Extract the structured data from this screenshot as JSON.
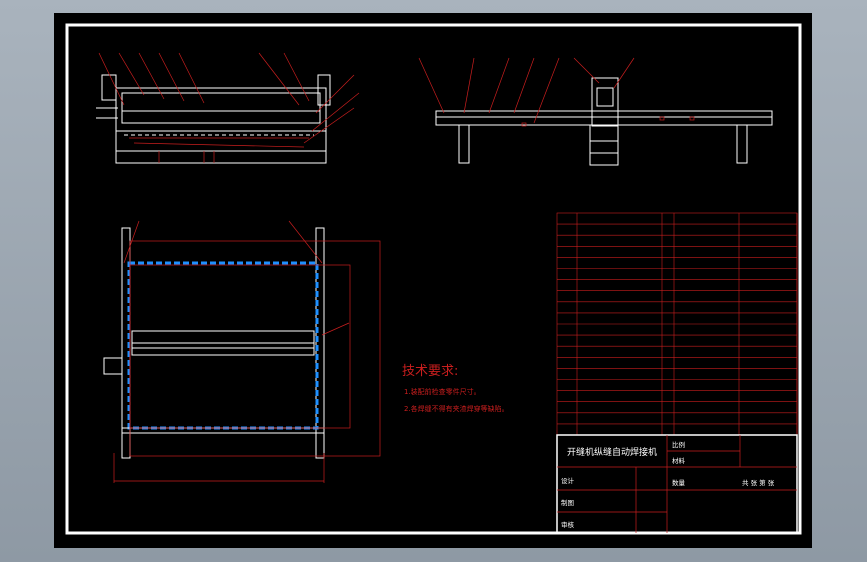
{
  "tech_requirements": {
    "heading": "技术要求:",
    "items": [
      "1.装配前检查零件尺寸。",
      "2.各焊缝不得有夹渣焊穿等缺陷。"
    ]
  },
  "title_block": {
    "drawing_name": "开缝机纵缝自动焊接机",
    "cell_ratio": "比例",
    "cell_material": "材料",
    "cell_quantity": "数量",
    "cell_design": "设计",
    "cell_drawing": "制图",
    "cell_check": "审核",
    "cell_sheets": "共 张   第 张"
  },
  "colors": {
    "paper": "#000000",
    "frame": "#ffffff",
    "dimension": "#c81e1e",
    "workpiece": "#1e90ff"
  }
}
